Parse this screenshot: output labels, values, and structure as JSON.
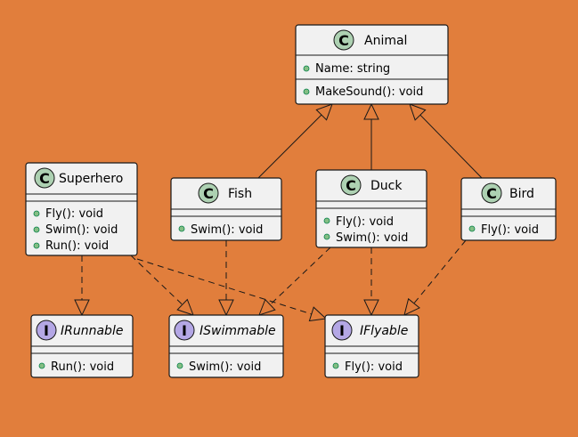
{
  "diagram": {
    "classes": {
      "animal": {
        "stereotype_letter": "C",
        "name": "Animal",
        "fields": [
          "Name: string"
        ],
        "methods": [
          "MakeSound(): void"
        ]
      },
      "superhero": {
        "stereotype_letter": "C",
        "name": "Superhero",
        "fields": [],
        "methods": [
          "Fly(): void",
          "Swim(): void",
          "Run(): void"
        ]
      },
      "fish": {
        "stereotype_letter": "C",
        "name": "Fish",
        "fields": [],
        "methods": [
          "Swim(): void"
        ]
      },
      "duck": {
        "stereotype_letter": "C",
        "name": "Duck",
        "fields": [],
        "methods": [
          "Fly(): void",
          "Swim(): void"
        ]
      },
      "bird": {
        "stereotype_letter": "C",
        "name": "Bird",
        "fields": [],
        "methods": [
          "Fly(): void"
        ]
      },
      "irunnable": {
        "stereotype_letter": "I",
        "name": "IRunnable",
        "fields": [],
        "methods": [
          "Run(): void"
        ]
      },
      "iswimmable": {
        "stereotype_letter": "I",
        "name": "ISwimmable",
        "fields": [],
        "methods": [
          "Swim(): void"
        ]
      },
      "iflyable": {
        "stereotype_letter": "I",
        "name": "IFlyable",
        "fields": [],
        "methods": [
          "Fly(): void"
        ]
      }
    },
    "relations": [
      {
        "from": "fish",
        "to": "animal",
        "kind": "inheritance"
      },
      {
        "from": "duck",
        "to": "animal",
        "kind": "inheritance"
      },
      {
        "from": "bird",
        "to": "animal",
        "kind": "inheritance"
      },
      {
        "from": "superhero",
        "to": "irunnable",
        "kind": "realization"
      },
      {
        "from": "superhero",
        "to": "iswimmable",
        "kind": "realization"
      },
      {
        "from": "superhero",
        "to": "iflyable",
        "kind": "realization"
      },
      {
        "from": "fish",
        "to": "iswimmable",
        "kind": "realization"
      },
      {
        "from": "duck",
        "to": "iswimmable",
        "kind": "realization"
      },
      {
        "from": "duck",
        "to": "iflyable",
        "kind": "realization"
      },
      {
        "from": "bird",
        "to": "iflyable",
        "kind": "realization"
      }
    ],
    "colors": {
      "background": "#E17E3C",
      "box_fill": "#F1F1F1",
      "border": "#181818",
      "class_badge": "#ADD1B2",
      "interface_badge": "#B4A7E5",
      "member_dot": "#84BE84"
    }
  }
}
